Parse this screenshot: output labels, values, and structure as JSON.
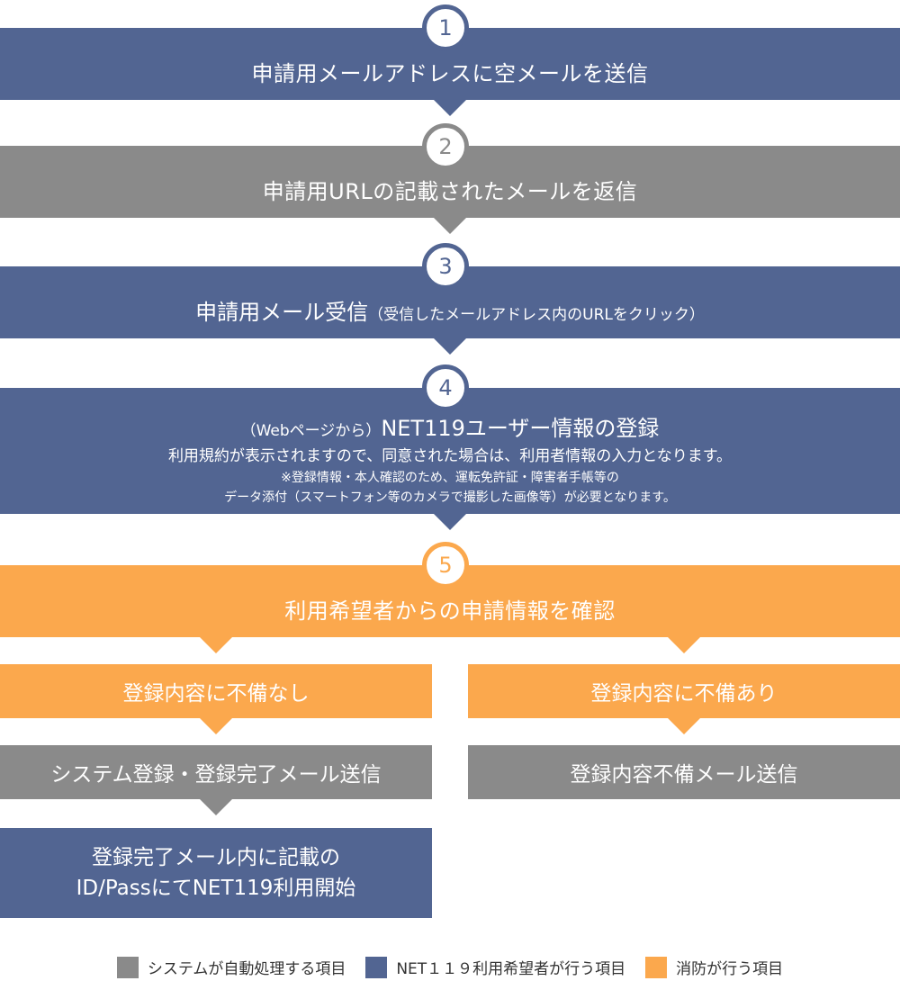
{
  "colors": {
    "blue": "#526592",
    "gray": "#8a8a8a",
    "orange": "#fba84d"
  },
  "steps": [
    {
      "number": "1",
      "title": "申請用メールアドレスに空メールを送信"
    },
    {
      "number": "2",
      "title": "申請用URLの記載されたメールを返信"
    },
    {
      "number": "3",
      "title": "申請用メール受信",
      "note": "（受信したメールアドレス内のURLをクリック）"
    },
    {
      "number": "4",
      "prefix": "（Webページから）",
      "title": "NET119ユーザー情報の登録",
      "line2": "利用規約が表示されますので、同意された場合は、利用者情報の入力となります。",
      "line3": "※登録情報・本人確認のため、運転免許証・障害者手帳等の",
      "line4": "データ添付（スマートフォン等のカメラで撮影した画像等）が必要となります。"
    },
    {
      "number": "5",
      "title": "利用希望者からの申請情報を確認"
    }
  ],
  "branches": {
    "ok": "登録内容に不備なし",
    "ng": "登録内容に不備あり",
    "ok_action": "システム登録・登録完了メール送信",
    "ng_action": "登録内容不備メール送信",
    "final_line1": "登録完了メール内に記載の",
    "final_line2": "ID/PassにてNET119利用開始"
  },
  "legend": [
    {
      "label": "システムが自動処理する項目",
      "color": "#8a8a8a"
    },
    {
      "label": "NET１１９利用希望者が行う項目",
      "color": "#526592"
    },
    {
      "label": "消防が行う項目",
      "color": "#fba84d"
    }
  ]
}
